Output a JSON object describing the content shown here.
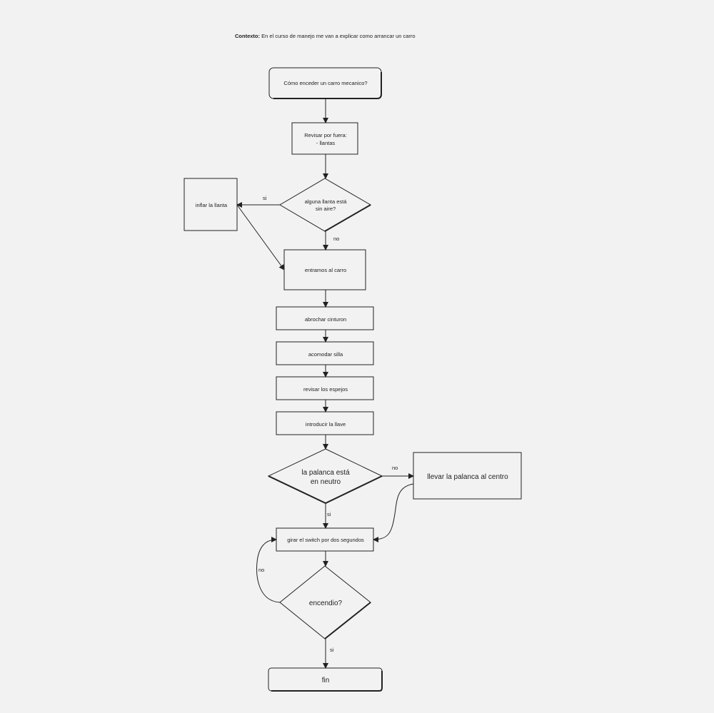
{
  "context": {
    "label": "Contexto:",
    "text": " En el curso de manejo me van a explicar como arrancar un carro"
  },
  "nodes": {
    "start": "Cómo enceder un carro mecanico?",
    "revisar_1": "Revisar por fuera:",
    "revisar_2": "- llantas",
    "llanta_q_1": "alguna llanta está",
    "llanta_q_2": "sin aire?",
    "inflar": "inflar la llanta",
    "entrar": "entramos al carro",
    "cinturon": "abrochar cinturon",
    "silla": "acomodar silla",
    "espejos": "revisar los espejos",
    "llave": "introducir la llave",
    "palanca_q_1": "la palanca está",
    "palanca_q_2": "en neutro",
    "llevar": "llevar la palanca al centro",
    "switch": "girar el switch por dos segundos",
    "encendio": "encendio?",
    "fin": "fin"
  },
  "edges": {
    "si_inflar": "si",
    "no_entrar": "no",
    "no_llevar": "no",
    "si_switch": "si",
    "no_retry": "no",
    "si_fin": "si"
  },
  "colors": {
    "background": "#f2f2f2",
    "stroke": "#222222"
  }
}
